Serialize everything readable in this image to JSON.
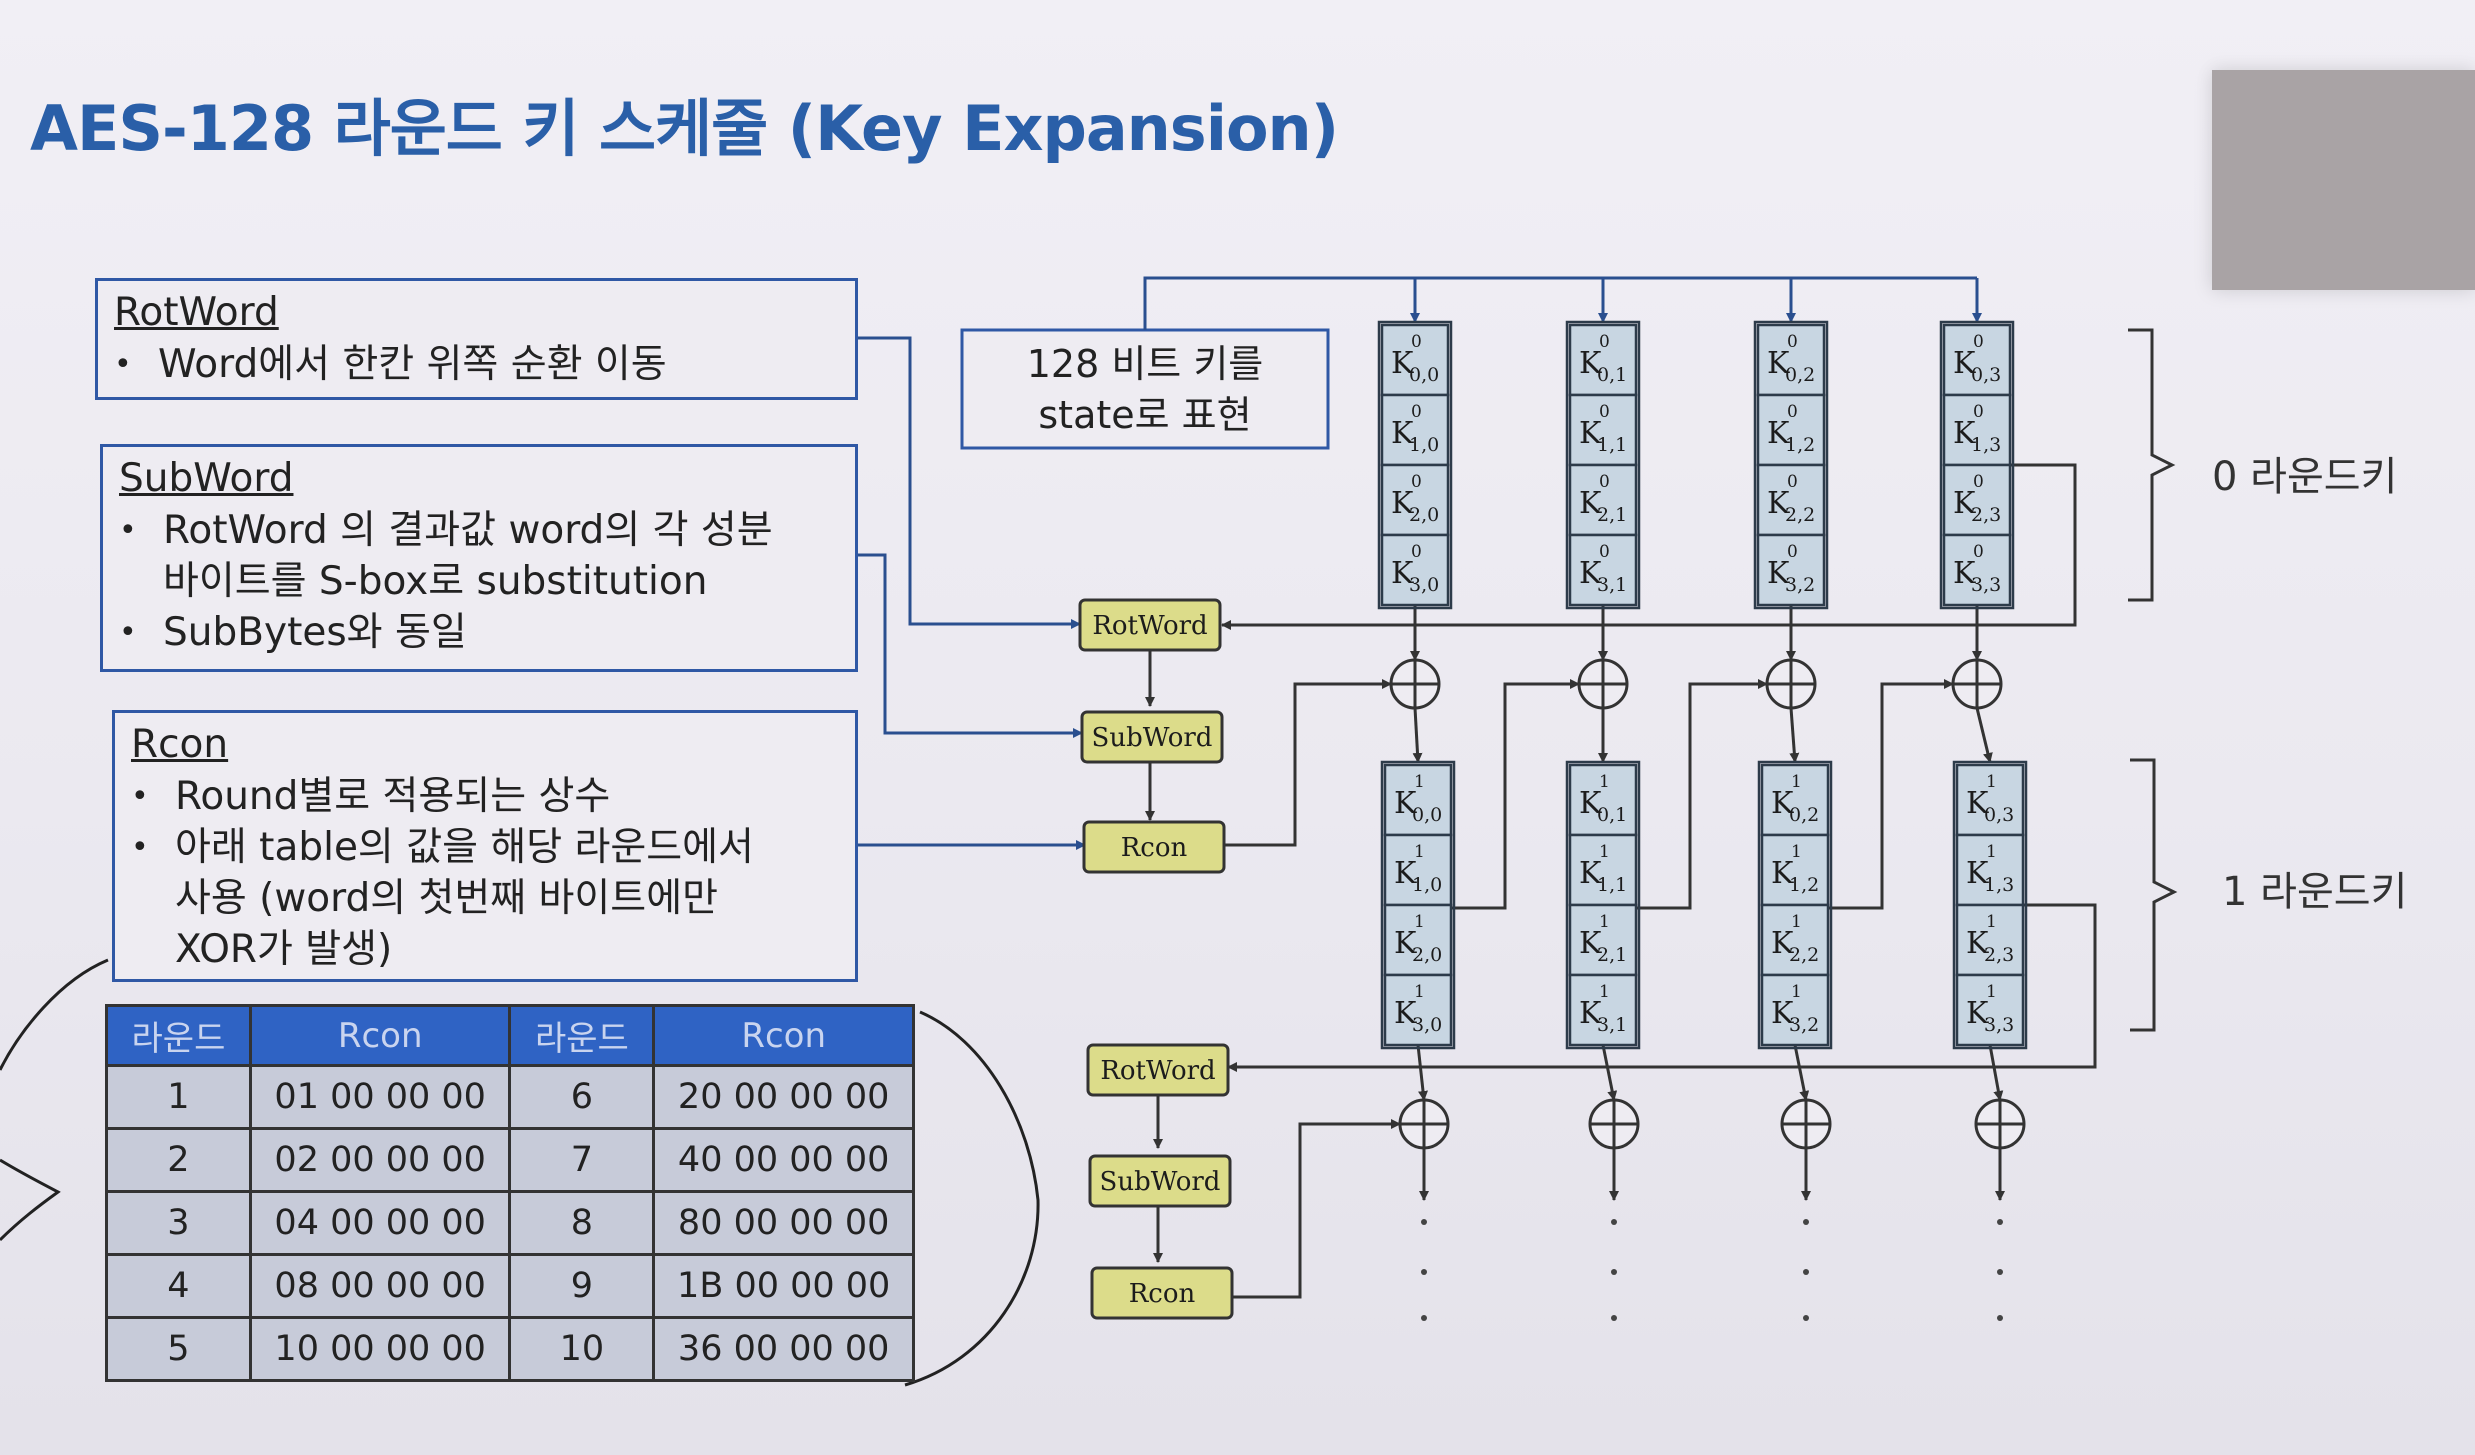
{
  "title": "AES-128 라운드 키 스케줄 (Key Expansion)",
  "rotword_box": {
    "heading": "RotWord",
    "items": [
      "Word에서 한칸 위쪽 순환 이동"
    ]
  },
  "subword_box": {
    "heading": "SubWord",
    "items": [
      "RotWord 의 결과값 word의 각 성분\n바이트를 S-box로 substitution",
      "SubBytes와 동일"
    ]
  },
  "rcon_box": {
    "heading": "Rcon",
    "items": [
      "Round별로 적용되는 상수",
      "아래 table의 값을 해당 라운드에서\n사용 (word의 첫번째 바이트에만\nXOR가 발생)"
    ]
  },
  "state_box": {
    "line1": "128 비트 키를",
    "line2": "state로 표현"
  },
  "function_labels": {
    "rotword": "RotWord",
    "subword": "SubWord",
    "rcon": "Rcon"
  },
  "round_labels": [
    "0 라운드키",
    "1 라운드키"
  ],
  "key_symbol": "K",
  "rcon_table": {
    "headers": [
      "라운드",
      "Rcon",
      "라운드",
      "Rcon"
    ],
    "rows": [
      [
        "1",
        "01 00 00 00",
        "6",
        "20 00 00 00"
      ],
      [
        "2",
        "02 00 00 00",
        "7",
        "40 00 00 00"
      ],
      [
        "3",
        "04 00 00 00",
        "8",
        "80 00 00 00"
      ],
      [
        "4",
        "08 00 00 00",
        "9",
        "1B 00 00 00"
      ],
      [
        "5",
        "10 00 00 00",
        "10",
        "36 00 00 00"
      ]
    ]
  },
  "colors": {
    "title": "#2a5fa8",
    "box_border": "#2f58a5",
    "fn_box": "#dcdc8a",
    "key_cell": "#c8d6e2",
    "table_header": "#2f63c4",
    "table_cell": "#c7cbd9"
  }
}
